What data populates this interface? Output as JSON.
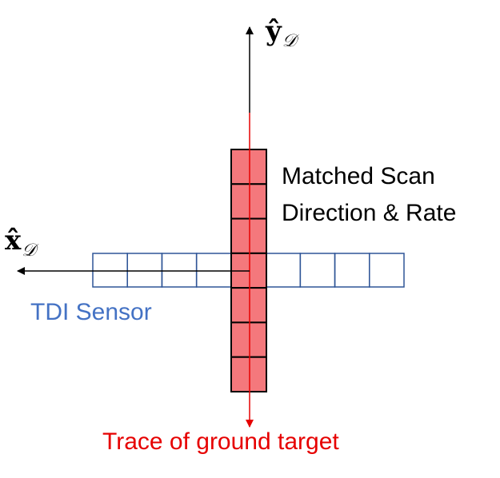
{
  "labels": {
    "y_axis": {
      "main": "ŷ",
      "sub": "𝒟"
    },
    "x_axis": {
      "main": "x̂",
      "sub": "𝒟"
    },
    "matched_scan_line1": "Matched Scan",
    "matched_scan_line2": "Direction & Rate",
    "tdi_sensor": "TDI Sensor",
    "trace": "Trace of ground target"
  },
  "colors": {
    "axis": "#000000",
    "sensor_outline": "#2F5597",
    "sensor_text": "#4472C4",
    "scan_fill": "#F4787C",
    "scan_outline": "#000000",
    "trace": "#E60000"
  },
  "grid": {
    "horizontal_cells": 9,
    "vertical_cells": 7
  }
}
